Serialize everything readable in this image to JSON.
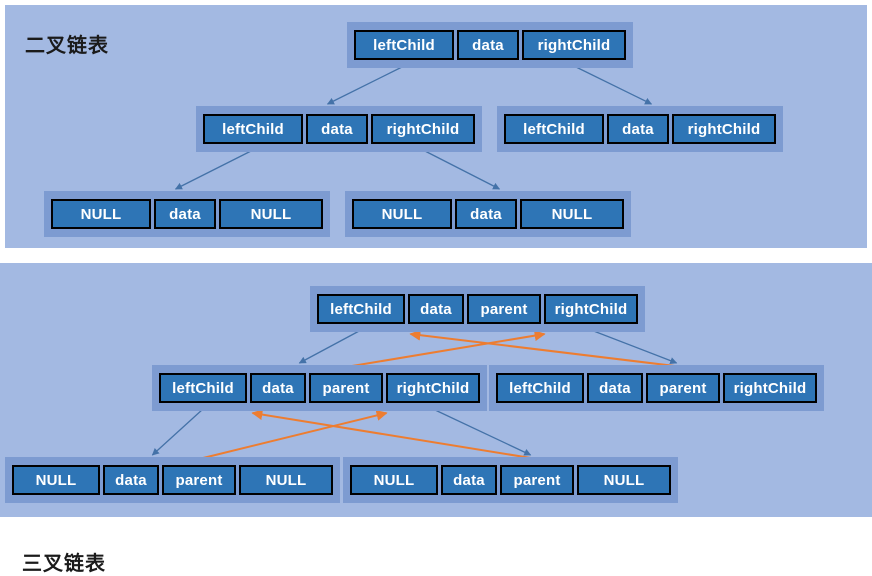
{
  "diagram": {
    "title_binary": "二叉链表",
    "title_trinary": "三叉链表",
    "colors": {
      "panel_bg": "#A3B9E2",
      "node_plate": "#7D9BD1",
      "cell_fill": "#2E75B6",
      "cell_border": "#000000",
      "cell_text": "#FFFFFF",
      "child_arrow": "#4472A8",
      "parent_arrow": "#ED7D31",
      "page_bg": "#FFFFFF"
    },
    "labels": {
      "leftChild": "leftChild",
      "rightChild": "rightChild",
      "data": "data",
      "parent": "parent",
      "null": "NULL"
    }
  },
  "binary_panel": {
    "title": "二叉链表",
    "nodes": [
      {
        "id": "bin-root",
        "level": 0,
        "cells": [
          "leftChild",
          "data",
          "rightChild"
        ]
      },
      {
        "id": "bin-left",
        "level": 1,
        "cells": [
          "leftChild",
          "data",
          "rightChild"
        ]
      },
      {
        "id": "bin-right",
        "level": 1,
        "cells": [
          "leftChild",
          "data",
          "rightChild"
        ]
      },
      {
        "id": "bin-leaf-1",
        "level": 2,
        "cells": [
          "NULL",
          "data",
          "NULL"
        ]
      },
      {
        "id": "bin-leaf-2",
        "level": 2,
        "cells": [
          "NULL",
          "data",
          "NULL"
        ]
      }
    ],
    "arrows": [
      {
        "from": "bin-root.leftChild",
        "to": "bin-left",
        "kind": "child"
      },
      {
        "from": "bin-root.rightChild",
        "to": "bin-right",
        "kind": "child"
      },
      {
        "from": "bin-left.leftChild",
        "to": "bin-leaf-1",
        "kind": "child"
      },
      {
        "from": "bin-left.rightChild",
        "to": "bin-leaf-2",
        "kind": "child"
      }
    ]
  },
  "trinary_panel": {
    "title": "三叉链表",
    "nodes": [
      {
        "id": "tri-root",
        "level": 0,
        "cells": [
          "leftChild",
          "data",
          "parent",
          "rightChild"
        ]
      },
      {
        "id": "tri-left",
        "level": 1,
        "cells": [
          "leftChild",
          "data",
          "parent",
          "rightChild"
        ]
      },
      {
        "id": "tri-right",
        "level": 1,
        "cells": [
          "leftChild",
          "data",
          "parent",
          "rightChild"
        ]
      },
      {
        "id": "tri-leaf-1",
        "level": 2,
        "cells": [
          "NULL",
          "data",
          "parent",
          "NULL"
        ]
      },
      {
        "id": "tri-leaf-2",
        "level": 2,
        "cells": [
          "NULL",
          "data",
          "parent",
          "NULL"
        ]
      }
    ],
    "arrows": [
      {
        "from": "tri-root.leftChild",
        "to": "tri-left",
        "kind": "child"
      },
      {
        "from": "tri-root.rightChild",
        "to": "tri-right",
        "kind": "child"
      },
      {
        "from": "tri-left.parent",
        "to": "tri-root",
        "kind": "parent"
      },
      {
        "from": "tri-right.parent",
        "to": "tri-root",
        "kind": "parent"
      },
      {
        "from": "tri-left.leftChild",
        "to": "tri-leaf-1",
        "kind": "child"
      },
      {
        "from": "tri-left.rightChild",
        "to": "tri-leaf-2",
        "kind": "child"
      },
      {
        "from": "tri-leaf-1.parent",
        "to": "tri-left",
        "kind": "parent"
      },
      {
        "from": "tri-leaf-2.parent",
        "to": "tri-left",
        "kind": "parent"
      }
    ]
  }
}
